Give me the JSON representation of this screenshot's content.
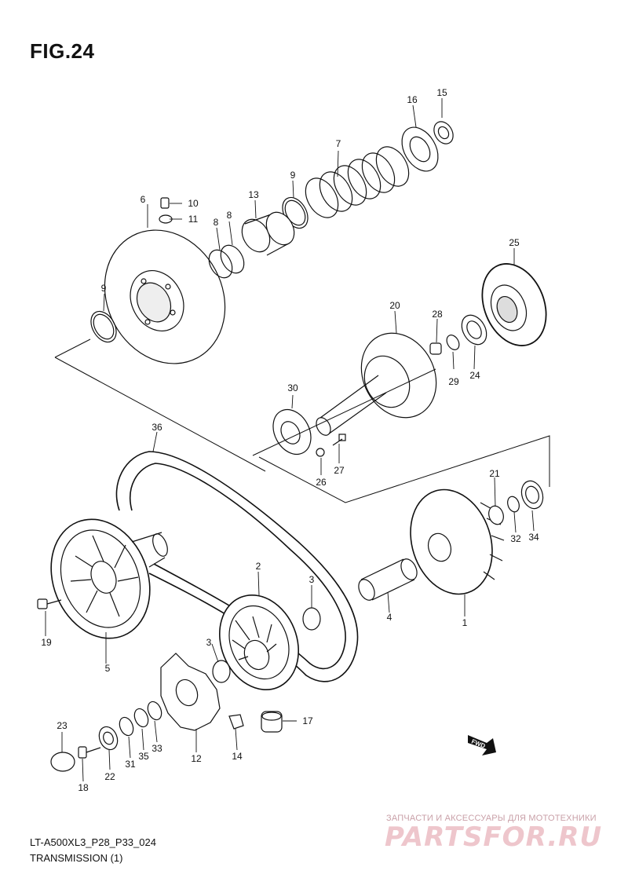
{
  "figure": {
    "title": "FIG.24",
    "model_code": "LT-A500XL3_P28_P33_024",
    "section_name": "TRANSMISSION (1)",
    "fwd_badge": "FWD"
  },
  "watermark": {
    "tagline": "ЗАПЧАСТИ И АКСЕССУАРЫ ДЛЯ МОТОТЕХНИКИ",
    "logo": "PARTSFOR.RU"
  },
  "callouts": {
    "c1": "1",
    "c2": "2",
    "c3a": "3",
    "c3b": "3",
    "c4": "4",
    "c5": "5",
    "c6": "6",
    "c7": "7",
    "c8a": "8",
    "c8b": "8",
    "c9a": "9",
    "c9b": "9",
    "c10": "10",
    "c11": "11",
    "c12": "12",
    "c13": "13",
    "c14": "14",
    "c15": "15",
    "c16": "16",
    "c17": "17",
    "c18": "18",
    "c19": "19",
    "c20": "20",
    "c21": "21",
    "c22": "22",
    "c23": "23",
    "c24": "24",
    "c25": "25",
    "c26": "26",
    "c27": "27",
    "c28": "28",
    "c29": "29",
    "c30": "30",
    "c31": "31",
    "c32": "32",
    "c33": "33",
    "c34": "34",
    "c35": "35",
    "c36": "36"
  }
}
